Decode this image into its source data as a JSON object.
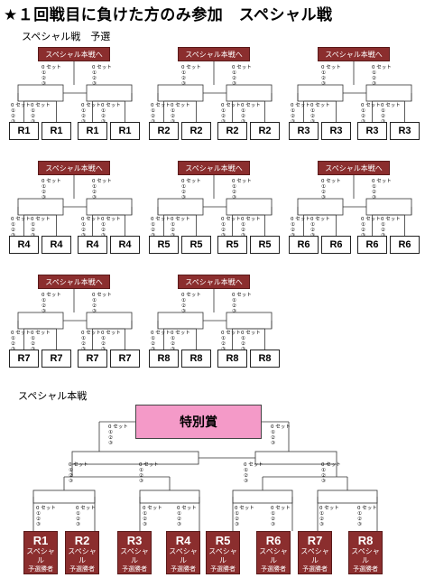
{
  "title": "★１回戦目に負けた方のみ参加　スペシャル戦",
  "prelim_label": "スペシャル戦　予選",
  "final_label": "スペシャル本戦",
  "banner_label": "スペシャル本戦へ",
  "prize_label": "特別賞",
  "set_label": "0 セット",
  "score_marks": [
    "①",
    "②",
    "③"
  ],
  "prelim_brackets": [
    {
      "round": "R1"
    },
    {
      "round": "R2"
    },
    {
      "round": "R3"
    },
    {
      "round": "R4"
    },
    {
      "round": "R5"
    },
    {
      "round": "R6"
    },
    {
      "round": "R7"
    },
    {
      "round": "R8"
    }
  ],
  "finalists": [
    {
      "round": "R1",
      "line1": "スペシャル",
      "line2": "予選勝者"
    },
    {
      "round": "R2",
      "line1": "スペシャル",
      "line2": "予選勝者"
    },
    {
      "round": "R3",
      "line1": "スペシャル",
      "line2": "予選勝者"
    },
    {
      "round": "R4",
      "line1": "スペシャル",
      "line2": "予選勝者"
    },
    {
      "round": "R5",
      "line1": "スペシャル",
      "line2": "予選勝者"
    },
    {
      "round": "R6",
      "line1": "スペシャル",
      "line2": "予選勝者"
    },
    {
      "round": "R7",
      "line1": "スペシャル",
      "line2": "予選勝者"
    },
    {
      "round": "R8",
      "line1": "スペシャル",
      "line2": "予選勝者"
    }
  ]
}
